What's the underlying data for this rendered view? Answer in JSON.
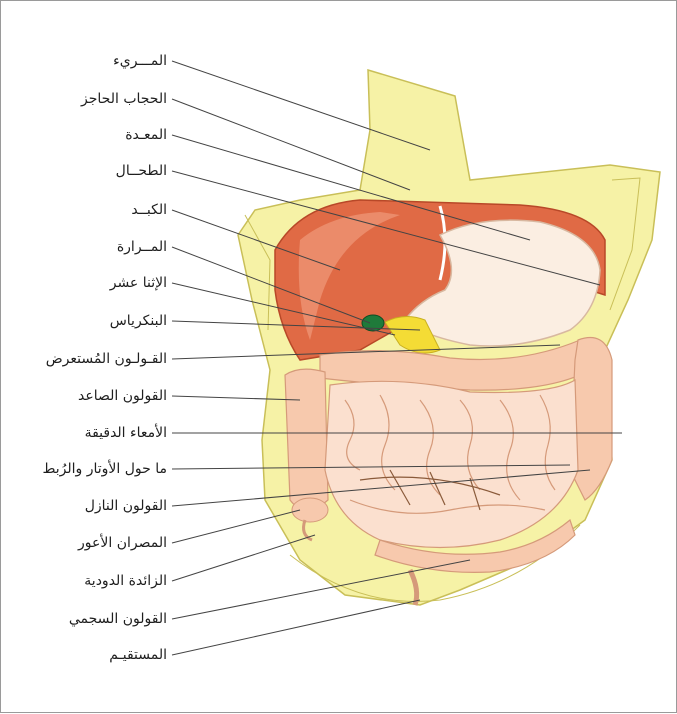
{
  "labels": [
    {
      "id": "esophagus",
      "text": "المـــريء"
    },
    {
      "id": "diaphragm",
      "text": "الحجاب الحاجز"
    },
    {
      "id": "stomach",
      "text": "المعـدة"
    },
    {
      "id": "spleen",
      "text": "الطحــال"
    },
    {
      "id": "liver",
      "text": "الكبــد"
    },
    {
      "id": "gallbladder",
      "text": "المــرارة"
    },
    {
      "id": "duodenum",
      "text": "الإثنا عشر"
    },
    {
      "id": "pancreas",
      "text": "البنكرياس"
    },
    {
      "id": "transverse-colon",
      "text": "القـولـون المُستعرض"
    },
    {
      "id": "ascending-colon",
      "text": "القولون الصاعد"
    },
    {
      "id": "small-intestine",
      "text": "الأمعاء الدقيقة"
    },
    {
      "id": "mesentery",
      "text": "ما حول الأوتار والرُبط"
    },
    {
      "id": "descending-colon",
      "text": "القولون النازل"
    },
    {
      "id": "cecum",
      "text": "المصران الأعور"
    },
    {
      "id": "appendix",
      "text": "الزائدة الدودية"
    },
    {
      "id": "sigmoid-colon",
      "text": "القولون السجمي"
    },
    {
      "id": "rectum",
      "text": "المستقيـم"
    }
  ],
  "colors": {
    "body": "#f6f2a6",
    "liver": "#e06a45",
    "stomach": "#fbeee2",
    "intestine": "#f7c9ad",
    "gallbladder": "#1f7a3a",
    "pancreas": "#f4dc35",
    "leader_line": "#444444"
  }
}
